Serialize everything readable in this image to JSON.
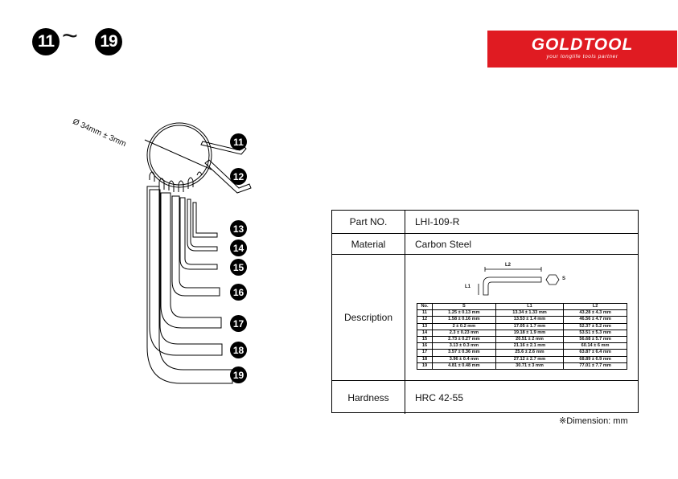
{
  "header": {
    "range_start": "11",
    "range_tilde": "~",
    "range_end": "19"
  },
  "brand": {
    "name": "GOLDTOOL",
    "tagline": "your longlife tools partner",
    "color": "#e01b22"
  },
  "ring": {
    "diameter_label": "Ø 34mm ± 3mm"
  },
  "key_numbers": [
    "11",
    "12",
    "13",
    "14",
    "15",
    "16",
    "17",
    "18",
    "19"
  ],
  "spec": {
    "part_no_label": "Part NO.",
    "part_no": "LHI-109-R",
    "material_label": "Material",
    "material": "Carbon Steel",
    "description_label": "Description",
    "hardness_label": "Hardness",
    "hardness": "HRC 42-55"
  },
  "diagram": {
    "l1": "L1",
    "l2": "L2",
    "s": "S"
  },
  "dim_table": {
    "headers": [
      "No.",
      "S",
      "L1",
      "L2"
    ],
    "rows": [
      [
        "11",
        "1.25  ± 0.13 mm",
        "13.34  ± 1.33 mm",
        "43.28  ± 4.3 mm"
      ],
      [
        "12",
        "1.58  ± 0.16 mm",
        "13.53  ± 1.4 mm",
        "46.56  ± 4.7 mm"
      ],
      [
        "13",
        "2   ± 0.2 mm",
        "17.05  ± 1.7 mm",
        "52.37  ± 5.2 mm"
      ],
      [
        "14",
        "2.3  ± 0.23 mm",
        "19.18  ± 1.9 mm",
        "53.51  ± 5.3 mm"
      ],
      [
        "15",
        "2.73  ± 0.27 mm",
        "20.51  ± 2 mm",
        "56.68  ± 5.7 mm"
      ],
      [
        "16",
        "3.13  ± 0.3 mm",
        "21.16  ± 2.1 mm",
        "60.14  ± 6 mm"
      ],
      [
        "17",
        "3.57  ± 0.36 mm",
        "25.6  ± 2.6 mm",
        "63.87  ± 6.4 mm"
      ],
      [
        "18",
        "3.96  ± 0.4 mm",
        "27.12  ± 2.7 mm",
        "68.89  ± 6.9 mm"
      ],
      [
        "19",
        "4.81  ± 0.48 mm",
        "30.71  ± 3 mm",
        "77.01  ± 7.7 mm"
      ]
    ]
  },
  "note": "※Dimension: mm"
}
